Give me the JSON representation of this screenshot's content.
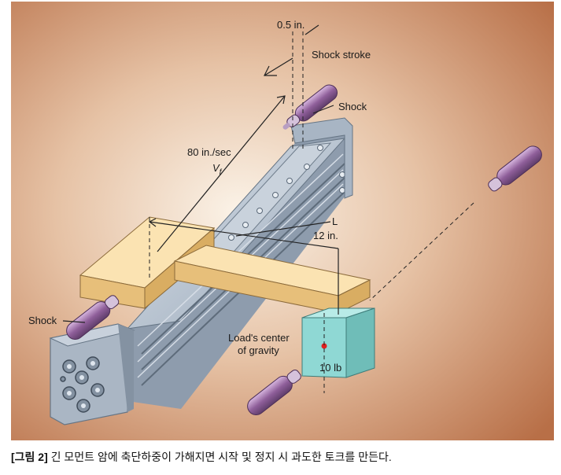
{
  "labels": {
    "offset": "0.5 in.",
    "shock_stroke": "Shock stroke",
    "shock_top": "Shock",
    "shock_left": "Shock",
    "velocity": "80 in./sec",
    "velocity_symbol": "V",
    "velocity_subscript": "f",
    "length_symbol": "L",
    "length_value": "12 in.",
    "cog_line1": "Load's center",
    "cog_line2": "of gravity",
    "weight": "10 lb"
  },
  "caption": {
    "tag": "[그림 2]",
    "text": " 긴 모먼트 암에 축단하중이 가해지면 시작 및 정지 시 과도한 토크를 만든다."
  },
  "colors": {
    "background_center": "#f8efe3",
    "background_edge": "#b86f47",
    "rail": "#b9c5d3",
    "load_block": "#f6d499",
    "weight_block": "#8fd8d4",
    "shock_body": "#8f5f9a",
    "cog_dot": "#e02020"
  }
}
